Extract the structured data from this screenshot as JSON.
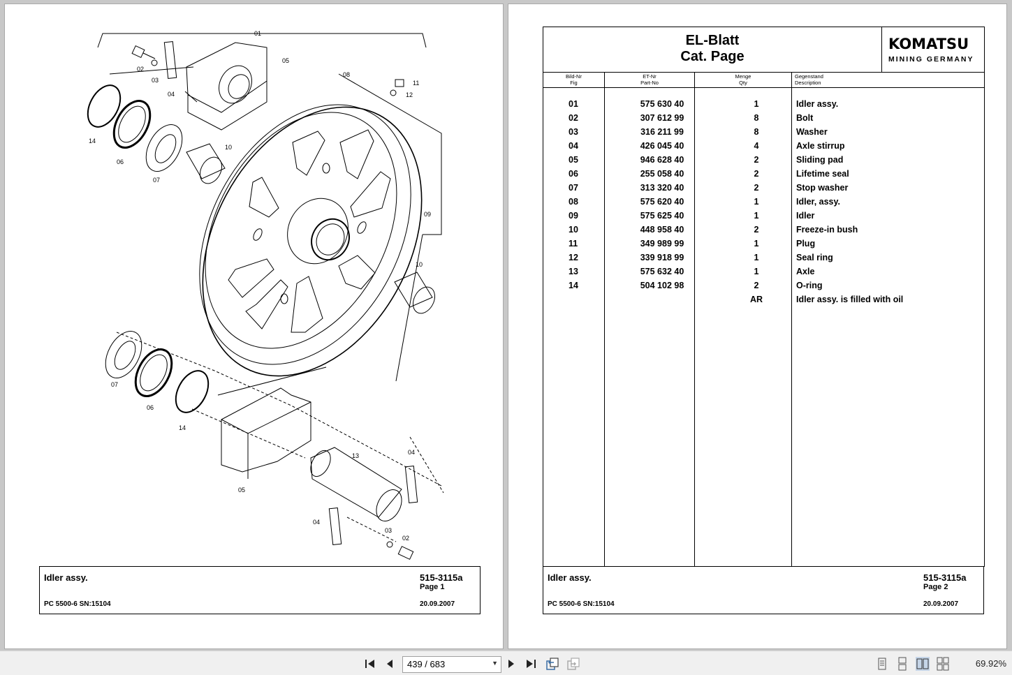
{
  "left_page": {
    "callouts": [
      "01",
      "02",
      "03",
      "04",
      "05",
      "08",
      "11",
      "12",
      "14",
      "06",
      "07",
      "10",
      "09",
      "10",
      "07",
      "06",
      "14",
      "13",
      "04",
      "05",
      "04",
      "03",
      "02"
    ],
    "footer": {
      "title": "Idler assy.",
      "ref": "515-3115a",
      "page": "Page 1",
      "model": "PC 5500-6 SN:15104",
      "date": "20.09.2007"
    }
  },
  "right_page": {
    "header": {
      "title_line1": "EL-Blatt",
      "title_line2": "Cat. Page",
      "logo_main": "KOMATSU",
      "logo_sub": "MINING GERMANY"
    },
    "columns": [
      {
        "de": "Bild-Nr",
        "en": "Fig"
      },
      {
        "de": "ET-Nr",
        "en": "Part-No"
      },
      {
        "de": "Menge",
        "en": "Qty"
      },
      {
        "de": "Gegenstand",
        "en": "Description"
      }
    ],
    "rows": [
      {
        "fig": "01",
        "part": "575 630 40",
        "qty": "1",
        "desc": "Idler assy."
      },
      {
        "fig": "02",
        "part": "307 612 99",
        "qty": "8",
        "desc": "Bolt"
      },
      {
        "fig": "03",
        "part": "316 211 99",
        "qty": "8",
        "desc": "Washer"
      },
      {
        "fig": "04",
        "part": "426 045 40",
        "qty": "4",
        "desc": "Axle stirrup"
      },
      {
        "fig": "05",
        "part": "946 628 40",
        "qty": "2",
        "desc": "Sliding pad"
      },
      {
        "fig": "06",
        "part": "255 058 40",
        "qty": "2",
        "desc": "Lifetime seal"
      },
      {
        "fig": "07",
        "part": "313 320 40",
        "qty": "2",
        "desc": "Stop washer"
      },
      {
        "fig": "08",
        "part": "575 620 40",
        "qty": "1",
        "desc": "Idler, assy."
      },
      {
        "fig": "09",
        "part": "575 625 40",
        "qty": "1",
        "desc": "Idler"
      },
      {
        "fig": "10",
        "part": "448 958 40",
        "qty": "2",
        "desc": "Freeze-in bush"
      },
      {
        "fig": "11",
        "part": "349 989 99",
        "qty": "1",
        "desc": "Plug"
      },
      {
        "fig": "12",
        "part": "339 918 99",
        "qty": "1",
        "desc": "Seal ring"
      },
      {
        "fig": "13",
        "part": "575 632 40",
        "qty": "1",
        "desc": "Axle"
      },
      {
        "fig": "14",
        "part": "504 102 98",
        "qty": "2",
        "desc": "O-ring"
      },
      {
        "fig": "",
        "part": "",
        "qty": "AR",
        "desc": "Idler assy. is filled with oil"
      }
    ],
    "footer": {
      "title": "Idler assy.",
      "ref": "515-3115a",
      "page": "Page 2",
      "model": "PC 5500-6 SN:15104",
      "date": "20.09.2007"
    }
  },
  "toolbar": {
    "page_indicator": "439 / 683",
    "zoom": "69.92%",
    "icons": [
      "first-page-icon",
      "previous-page-icon",
      "next-page-icon",
      "last-page-icon",
      "go-back-icon",
      "go-forward-icon",
      "single-page-icon",
      "continuous-page-icon",
      "two-page-icon",
      "two-page-continuous-icon"
    ]
  }
}
